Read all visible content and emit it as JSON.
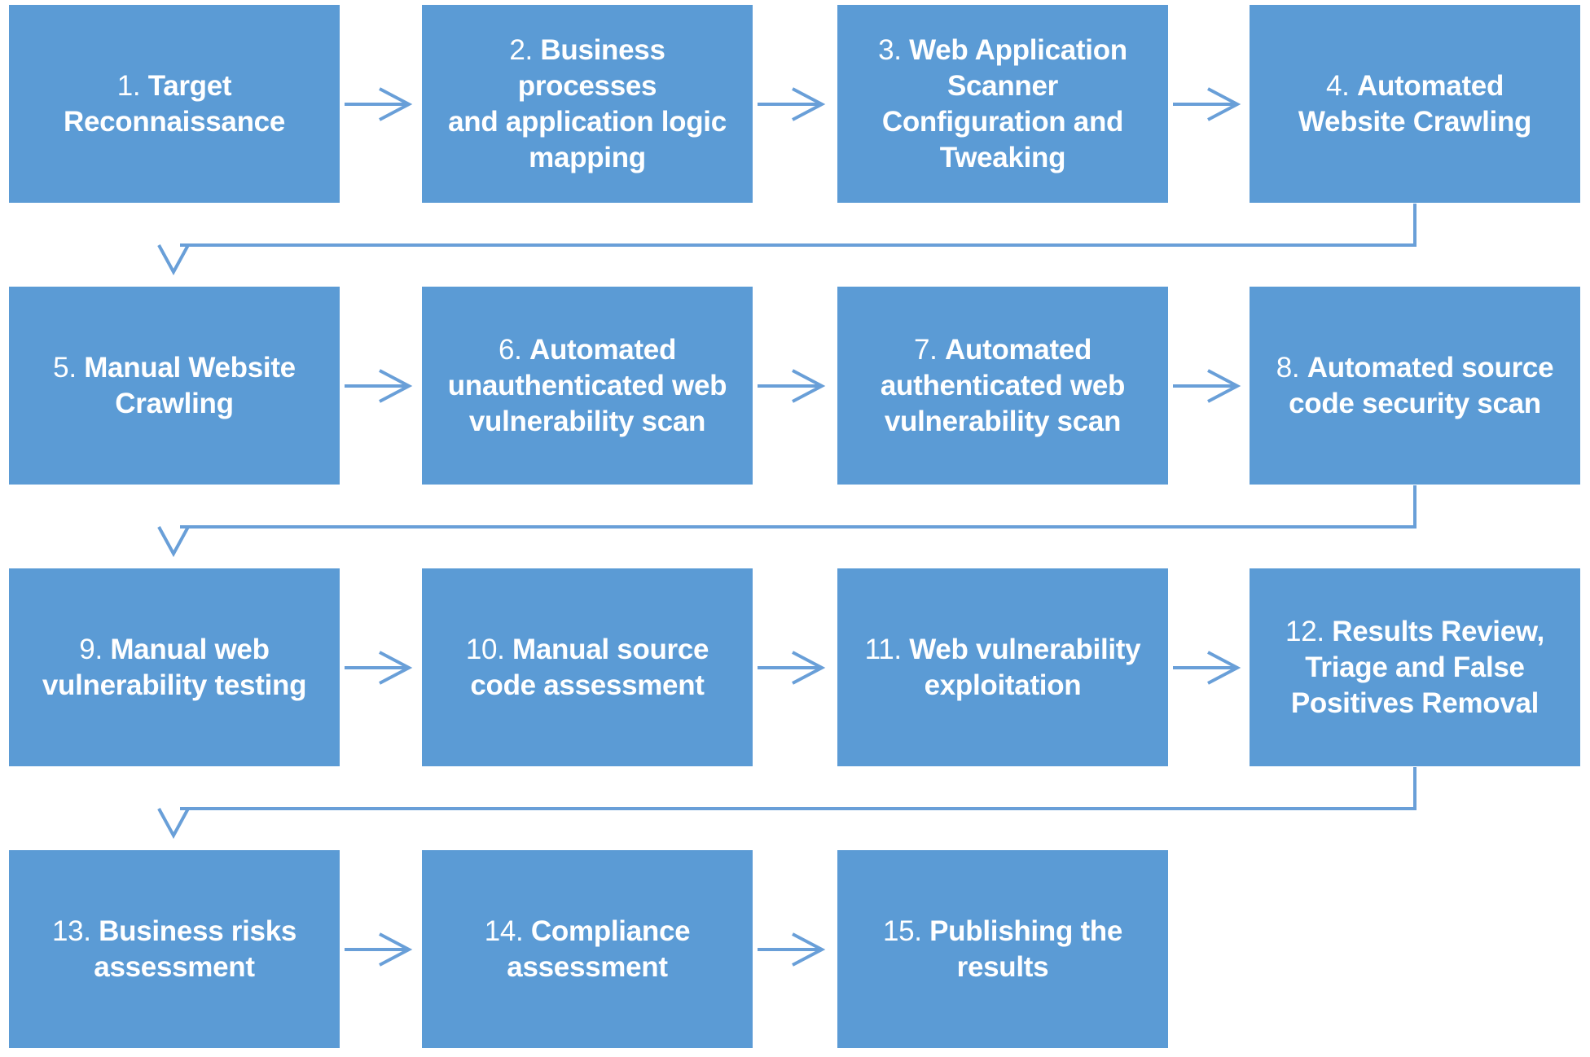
{
  "colors": {
    "box_fill": "#5b9bd5",
    "connector": "#699fd8",
    "text": "#ffffff",
    "background": "#ffffff"
  },
  "steps": [
    {
      "num": "1.",
      "label": "Target\nReconnaissance"
    },
    {
      "num": "2.",
      "label": "Business processes\nand application logic\nmapping"
    },
    {
      "num": "3.",
      "label": "Web Application\nScanner\nConfiguration and\nTweaking"
    },
    {
      "num": "4.",
      "label": "Automated\nWebsite Crawling"
    },
    {
      "num": "5.",
      "label": "Manual Website\nCrawling"
    },
    {
      "num": "6.",
      "label": "Automated\nunauthenticated web\nvulnerability scan"
    },
    {
      "num": "7.",
      "label": "Automated\nauthenticated web\nvulnerability scan"
    },
    {
      "num": "8.",
      "label": "Automated source\ncode security scan"
    },
    {
      "num": "9.",
      "label": "Manual web\nvulnerability testing"
    },
    {
      "num": "10.",
      "label": "Manual source\ncode assessment"
    },
    {
      "num": "11.",
      "label": "Web vulnerability\nexploitation"
    },
    {
      "num": "12.",
      "label": "Results Review,\nTriage and False\nPositives Removal"
    },
    {
      "num": "13.",
      "label": "Business risks\nassessment"
    },
    {
      "num": "14.",
      "label": "Compliance\nassessment"
    },
    {
      "num": "15.",
      "label": "Publishing the\nresults"
    }
  ]
}
